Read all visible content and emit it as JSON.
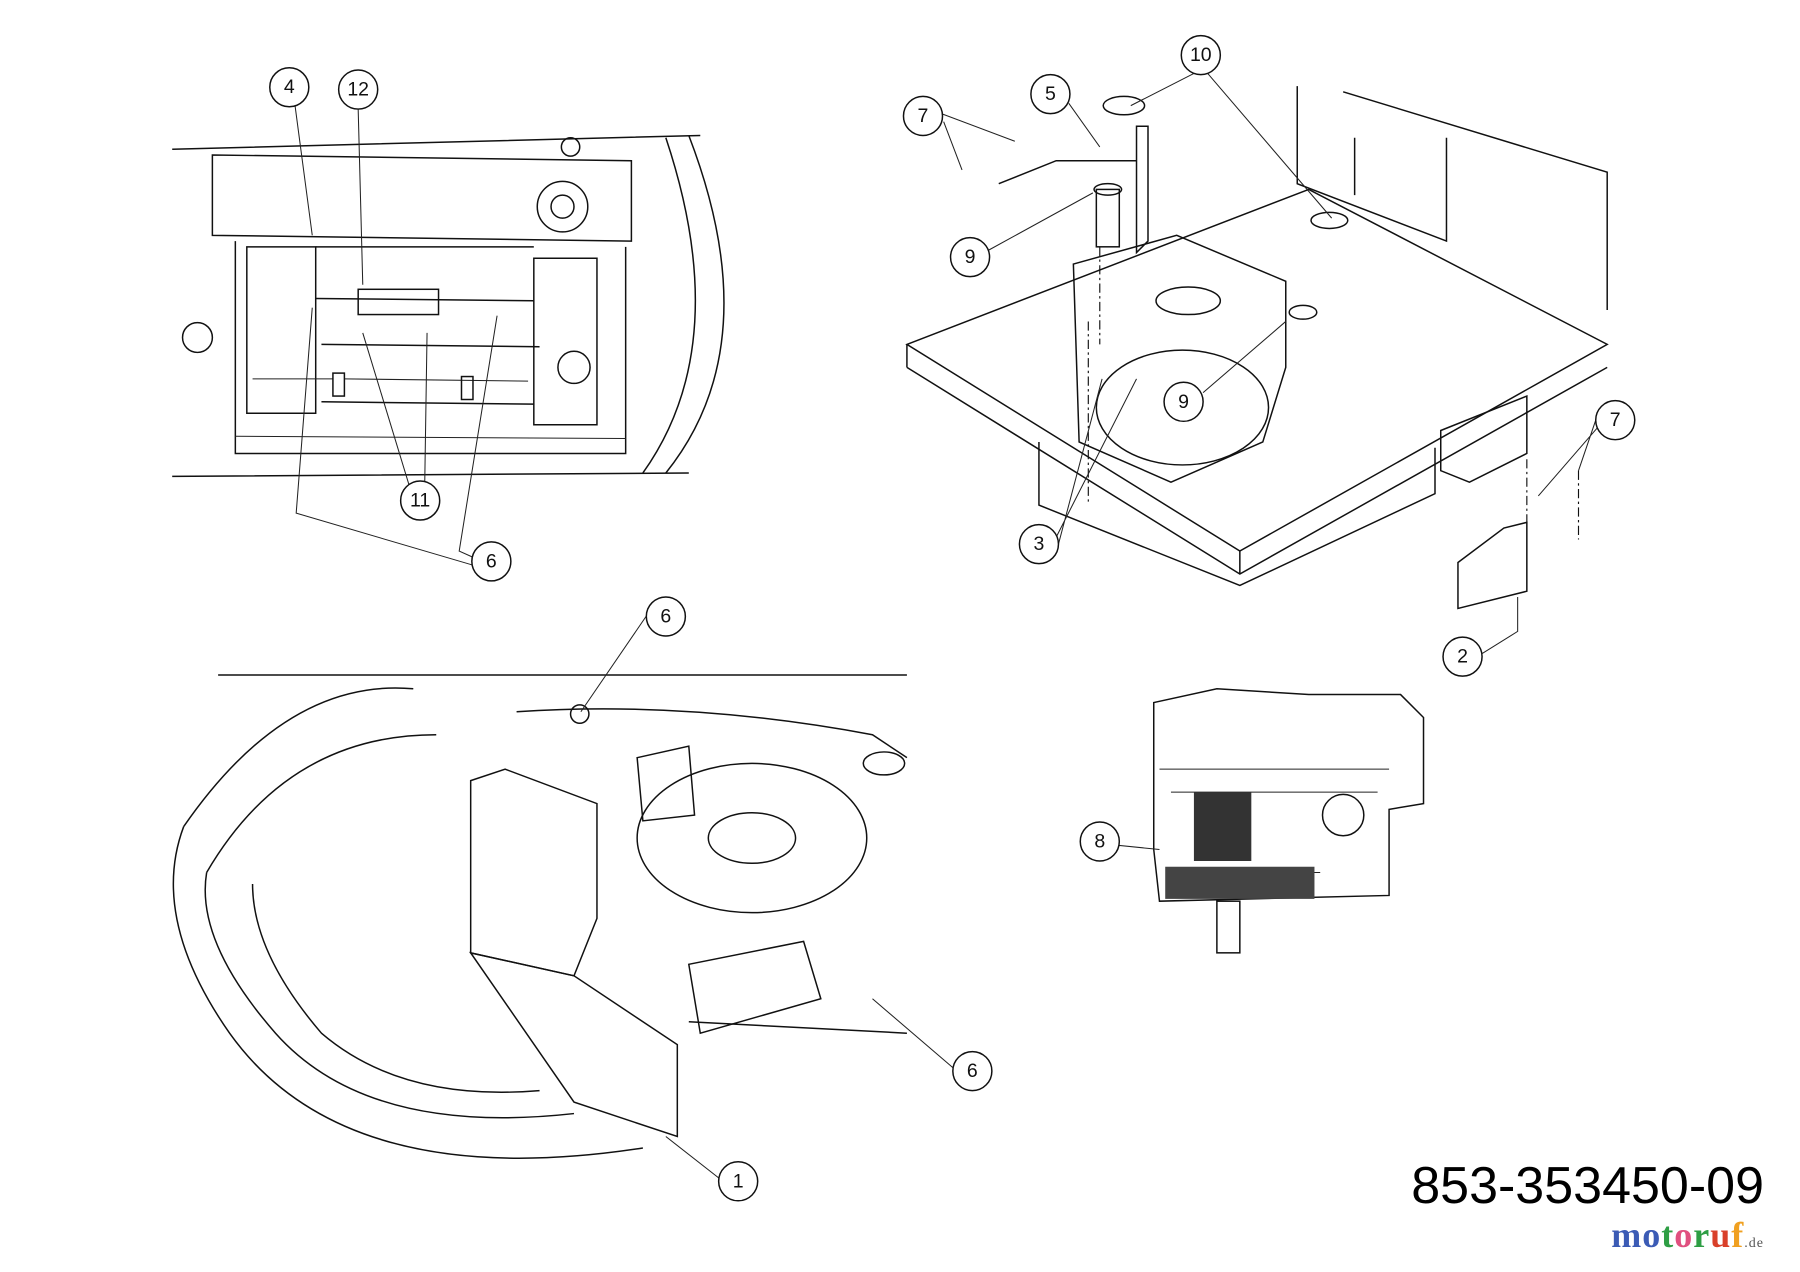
{
  "diagram": {
    "part_number": "853-353450-09",
    "watermark": {
      "text": "motoruf",
      "suffix": ".de",
      "letter_colors": [
        "#3b5bb5",
        "#3b5bb5",
        "#2e9e44",
        "#e0507f",
        "#2e9e44",
        "#d9402a",
        "#f0a020"
      ]
    },
    "callouts": [
      {
        "id": "c4",
        "label": "4"
      },
      {
        "id": "c12",
        "label": "12"
      },
      {
        "id": "c11",
        "label": "11"
      },
      {
        "id": "c6a",
        "label": "6"
      },
      {
        "id": "c5",
        "label": "5"
      },
      {
        "id": "c10",
        "label": "10"
      },
      {
        "id": "c7a",
        "label": "7"
      },
      {
        "id": "c9a",
        "label": "9"
      },
      {
        "id": "c9b",
        "label": "9"
      },
      {
        "id": "c3",
        "label": "3"
      },
      {
        "id": "c7b",
        "label": "7"
      },
      {
        "id": "c2",
        "label": "2"
      },
      {
        "id": "c6b",
        "label": "6"
      },
      {
        "id": "c8",
        "label": "8"
      },
      {
        "id": "c6c",
        "label": "6"
      },
      {
        "id": "c1",
        "label": "1"
      }
    ]
  }
}
